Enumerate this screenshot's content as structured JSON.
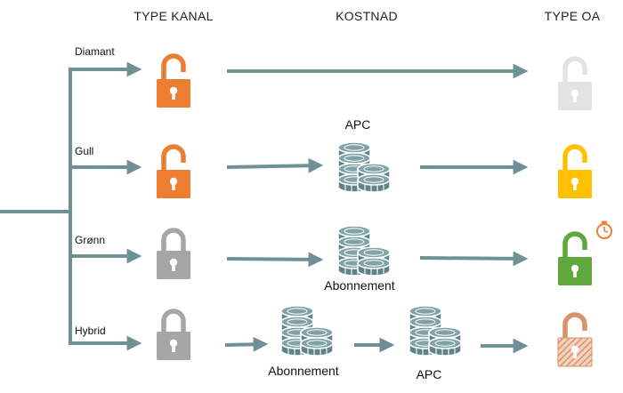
{
  "headers": {
    "type_kanal": "TYPE KANAL",
    "kostnad": "KOSTNAD",
    "type_oa": "TYPE OA"
  },
  "rows": [
    {
      "label": "Diamant",
      "channel_lock_color": "#ec7d31",
      "oa_lock_color": "#e3e3e3",
      "costs": []
    },
    {
      "label": "Gull",
      "channel_lock_color": "#ec7d31",
      "oa_lock_color": "#ffc000",
      "costs": [
        "APC"
      ]
    },
    {
      "label": "Grønn",
      "channel_lock_color": "#a6a6a6",
      "oa_lock_color": "#5fa83c",
      "costs": [
        "Abonnement"
      ],
      "oa_badge": "stopwatch-icon"
    },
    {
      "label": "Hybrid",
      "channel_lock_color": "#a6a6a6",
      "oa_lock_color": "#d9926a",
      "oa_lock_pattern": "hatched",
      "costs": [
        "Abonnement",
        "APC"
      ]
    }
  ],
  "colors": {
    "arrow": "#6f9196",
    "coins": "#5f8388",
    "stopwatch": "#ec7d31"
  }
}
